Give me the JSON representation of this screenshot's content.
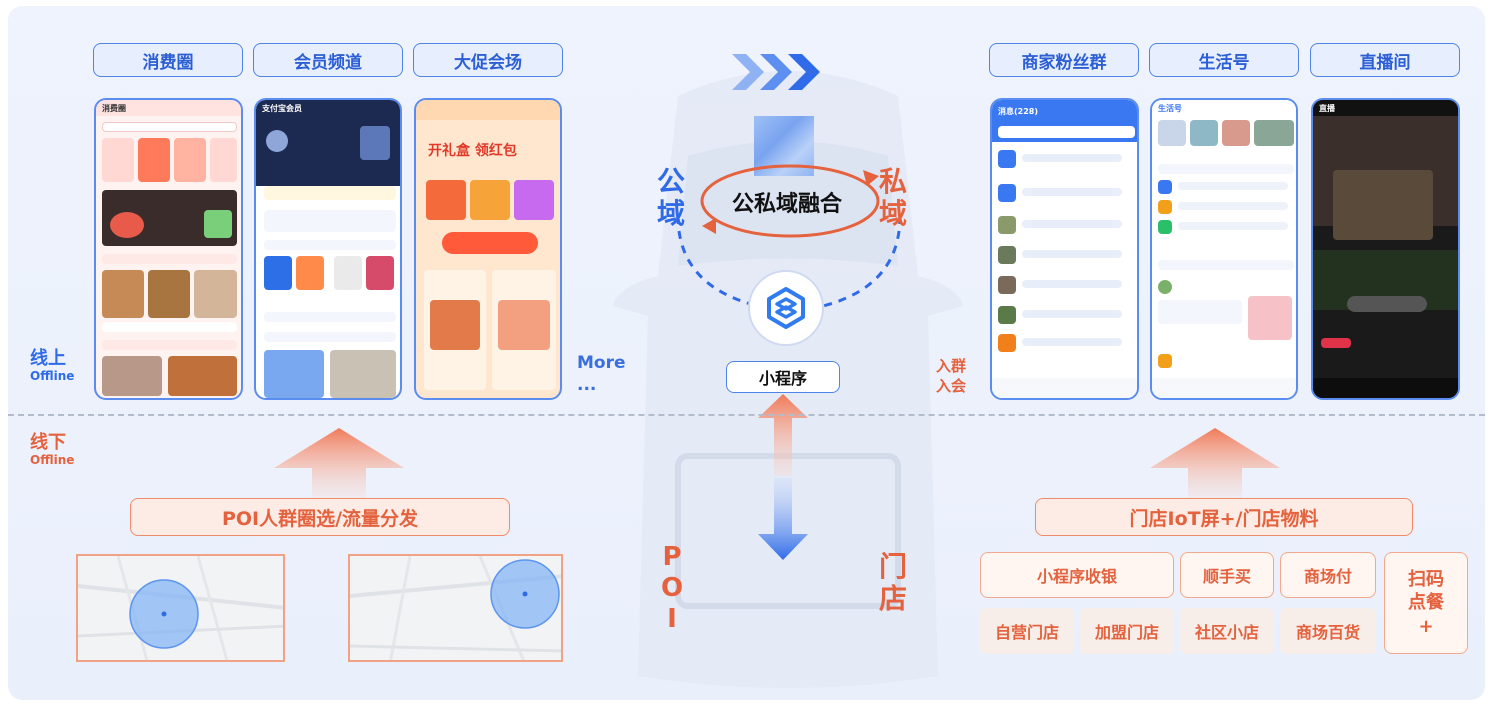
{
  "top_left_tabs": [
    "消费圈",
    "会员频道",
    "大促会场"
  ],
  "top_right_tabs": [
    "商家粉丝群",
    "生活号",
    "直播间"
  ],
  "more": {
    "line1": "More",
    "line2": "..."
  },
  "online_label": {
    "zh": "线上",
    "en": "Offline"
  },
  "offline_label": {
    "zh": "线下",
    "en": "Offline"
  },
  "center": {
    "public_domain": "公域",
    "private_domain": "私域",
    "fusion": "公私域融合",
    "mini_program": "小程序",
    "poi": "POI",
    "store": "门店"
  },
  "join_group": {
    "line1": "入群",
    "line2": "入会"
  },
  "poi_bar": "POI人群圈选/流量分发",
  "iot_bar": "门店IoT屏+/门店物料",
  "scenarios": {
    "top": [
      "小程序收银",
      "顺手买",
      "商场付"
    ],
    "bottom": [
      "自营门店",
      "加盟门店",
      "社区小店",
      "商场百货"
    ],
    "scan": [
      "扫码",
      "点餐",
      "+"
    ]
  },
  "phones": {
    "p1_title": "消费圈",
    "p2_title": "支付宝会员",
    "p3_title": "开礼盒 领红包",
    "p4_title": "消息(228)",
    "p5_title": "生活号",
    "p6_title": "直播"
  },
  "colors": {
    "blue": "#2d5fd4",
    "orange": "#e4623d",
    "accent_blue": "#4f84e8"
  }
}
